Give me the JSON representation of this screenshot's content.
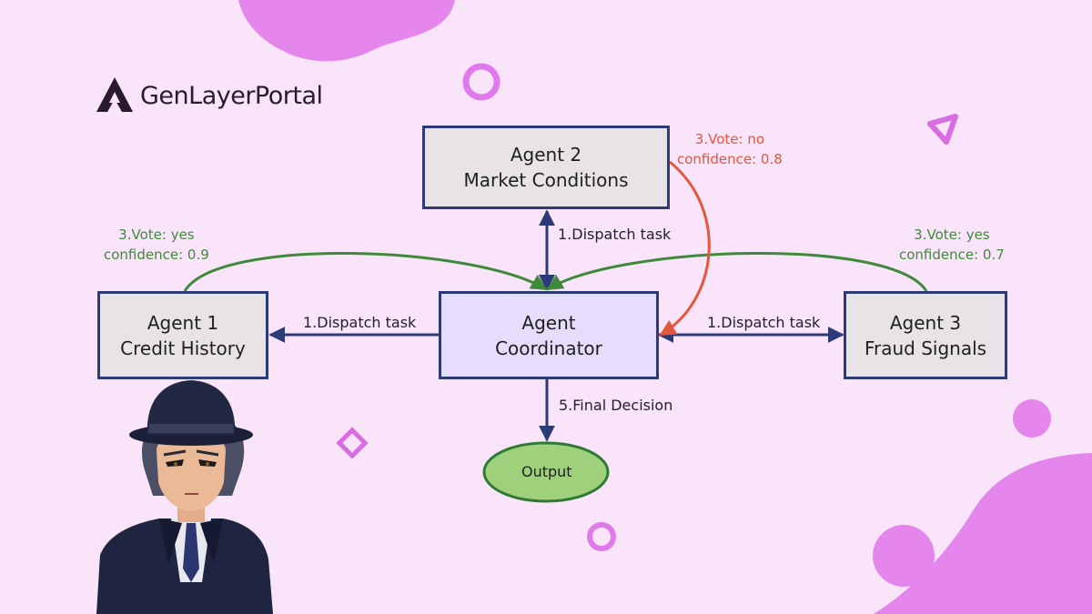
{
  "brand": {
    "name": "GenLayerPortal"
  },
  "nodes": {
    "agent1": {
      "line1": "Agent 1",
      "line2": "Credit History"
    },
    "agent2": {
      "line1": "Agent 2",
      "line2": "Market Conditions"
    },
    "agent3": {
      "line1": "Agent 3",
      "line2": "Fraud Signals"
    },
    "coordinator": {
      "line1": "Agent",
      "line2": "Coordinator"
    },
    "output": {
      "label": "Output"
    }
  },
  "edges": {
    "dispatch_left": "1.Dispatch task",
    "dispatch_top": "1.Dispatch task",
    "dispatch_right": "1.Dispatch task",
    "final": "5.Final Decision"
  },
  "votes": {
    "agent1": {
      "line1": "3.Vote: yes",
      "line2": "confidence: 0.9"
    },
    "agent2": {
      "line1": "3.Vote: no",
      "line2": "confidence: 0.8"
    },
    "agent3": {
      "line1": "3.Vote: yes",
      "line2": "confidence: 0.7"
    }
  },
  "colors": {
    "background": "#f9e4fa",
    "node_border": "#2c3a78",
    "vote_yes": "#3f8a3a",
    "vote_no": "#e5573a",
    "output_fill": "#9fd17d",
    "blob": "#e486ec"
  }
}
